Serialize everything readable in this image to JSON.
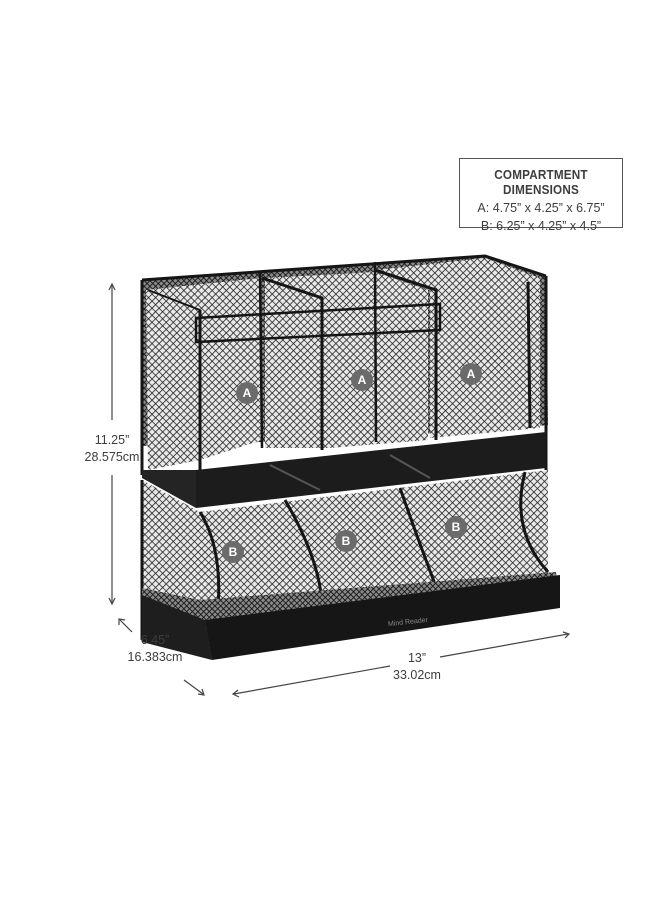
{
  "legend": {
    "title": "COMPARTMENT DIMENSIONS",
    "row_a": "A: 4.75” x 4.25” x 6.75”",
    "row_b": "B: 6.25” x 4.25” x 4.5”"
  },
  "dimensions": {
    "height_in": "11.25”",
    "height_cm": "28.575cm",
    "depth_in": "6.45”",
    "depth_cm": "16.383cm",
    "width_in": "13”",
    "width_cm": "33.02cm"
  },
  "labels": {
    "a": "A",
    "b": "B"
  },
  "brand": "Mind Reader",
  "colors": {
    "frame": "#1a1a1a",
    "mesh": "#2a2a2a",
    "badge": "#6b6b6b",
    "dim_line": "#444444"
  }
}
